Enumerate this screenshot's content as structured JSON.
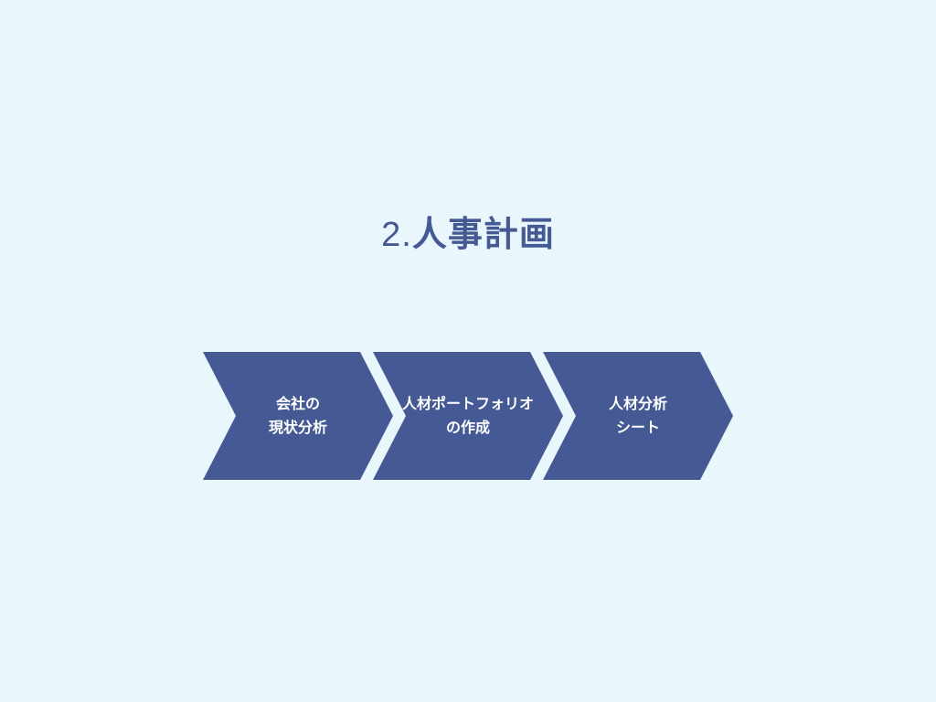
{
  "title": {
    "number": "2.",
    "text": "人事計画"
  },
  "flow": {
    "steps": [
      {
        "label": "会社の\n現状分析"
      },
      {
        "label": "人材ポートフォリオ\nの作成"
      },
      {
        "label": "人材分析\nシート"
      }
    ]
  },
  "colors": {
    "background": "#e9f6fc",
    "accent": "#455a94",
    "label": "#ffffff"
  }
}
